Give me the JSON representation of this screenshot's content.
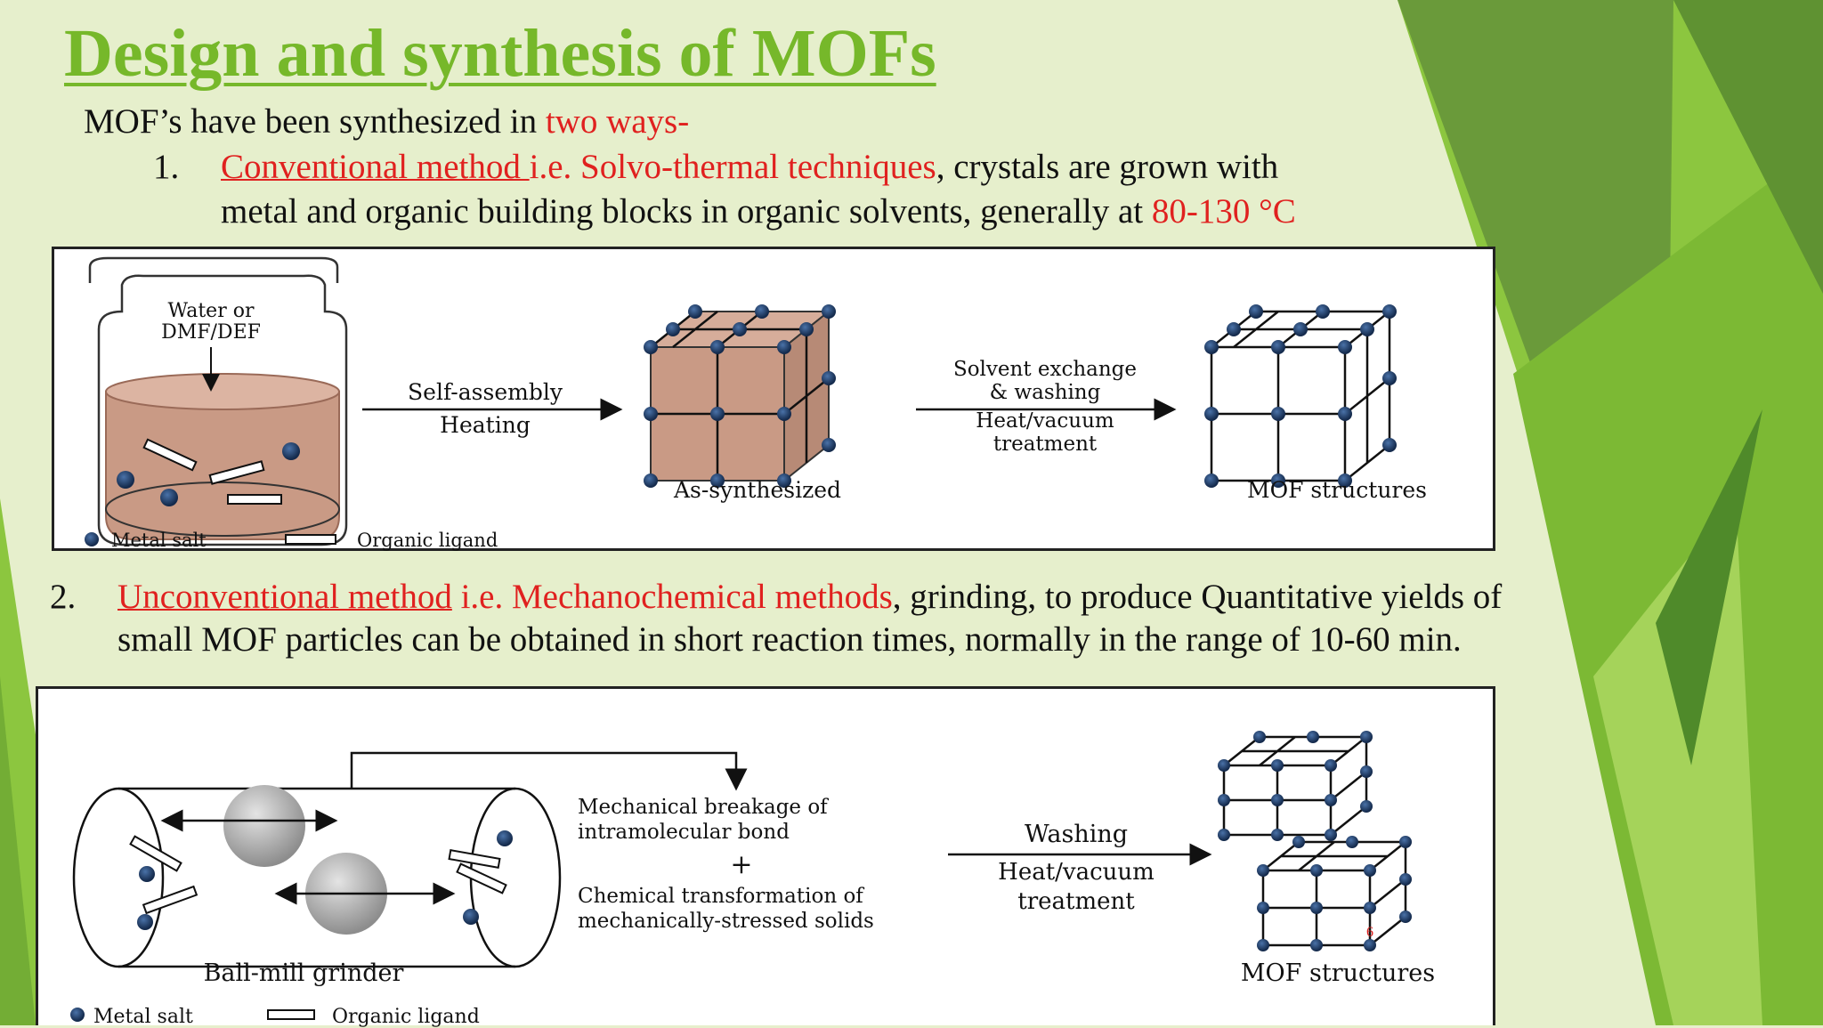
{
  "slide": {
    "title": "Design and synthesis of MOFs",
    "intro": {
      "text": "MOF’s have been synthesized in ",
      "highlight": "two ways-"
    },
    "item1": {
      "number": "1.",
      "method": "Conventional method ",
      "technique": "i.e. Solvo-thermal techniques",
      "rest": ", crystals are grown with",
      "line2": "metal and organic building blocks in organic solvents, generally at ",
      "temperature": "80-130 °C"
    },
    "item2": {
      "number": "2.",
      "method": "Unconventional method",
      "technique": " i.e. Mechanochemical methods",
      "rest": ", grinding,  to produce Quantitative yields of",
      "line2": "small MOF particles can be obtained in short reaction times, normally in the range of 10-60 min."
    },
    "page_marker": "6"
  },
  "figure1": {
    "solvent_line1": "Water or",
    "solvent_line2": "DMF/DEF",
    "step1_top": "Self-assembly",
    "step1_bottom": "Heating",
    "product1": "As-synthesized",
    "step2_line1": "Solvent exchange",
    "step2_line2": "& washing",
    "step2_line3": "Heat/vacuum",
    "step2_line4": "treatment",
    "product2": "MOF structures",
    "legend_metal": "Metal salt",
    "legend_ligand": "Organic ligand"
  },
  "figure2": {
    "grinder_label": "Ball-mill grinder",
    "effect1_line1": "Mechanical breakage of",
    "effect1_line2": "intramolecular  bond",
    "plus": "+",
    "effect2_line1": "Chemical transformation of",
    "effect2_line2": "mechanically-stressed  solids",
    "step_line1": "Washing",
    "step_line2": "Heat/vacuum",
    "step_line3": "treatment",
    "product": "MOF structures",
    "legend_metal": "Metal salt",
    "legend_ligand": "Organic ligand"
  },
  "colors": {
    "title": "#76b82a",
    "highlight": "#e0211f",
    "background": "#e6efcc",
    "accent_dark": "#5e9632",
    "metal_node": "#1f3b63",
    "crystal_fill": "#c99a85"
  }
}
